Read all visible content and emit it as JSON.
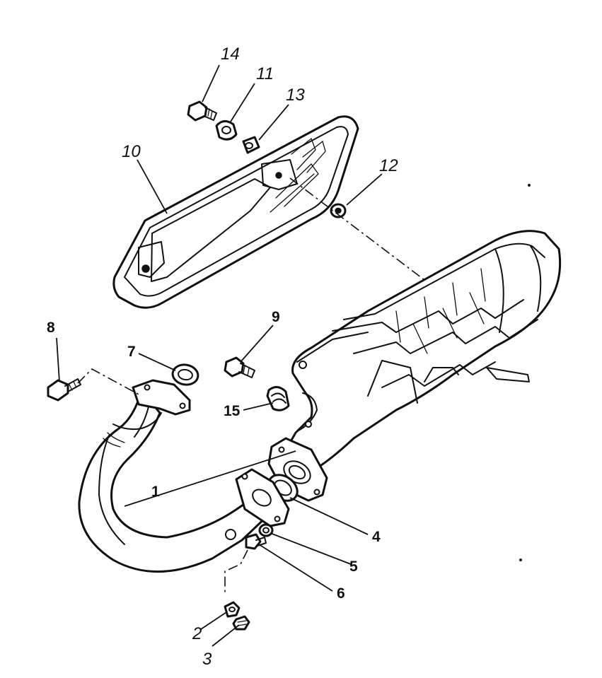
{
  "callouts": {
    "c1": "1",
    "c2": "2",
    "c3": "3",
    "c4": "4",
    "c5": "5",
    "c6": "6",
    "c7": "7",
    "c8": "8",
    "c9": "9",
    "c10": "10",
    "c11": "11",
    "c12": "12",
    "c13": "13",
    "c14": "14",
    "c15": "15"
  },
  "colors": {
    "ink": "#111111",
    "paper": "#ffffff"
  }
}
